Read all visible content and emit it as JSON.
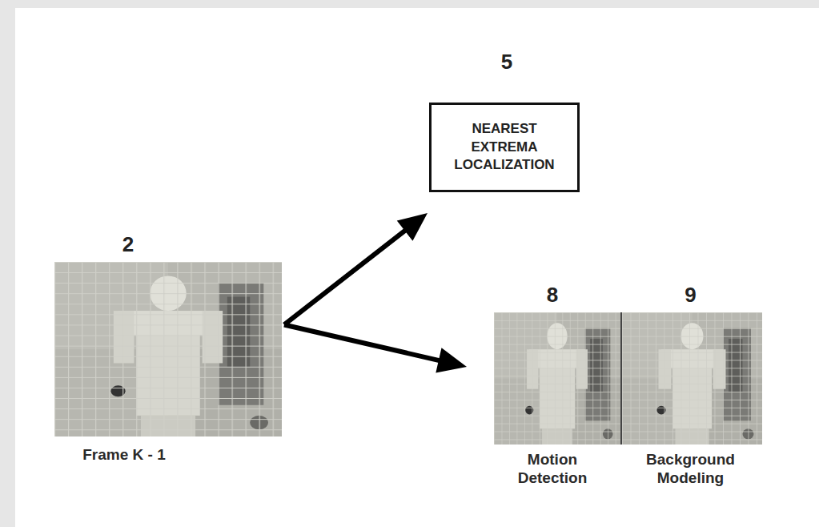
{
  "diagram": {
    "nodes": [
      {
        "text": [
          "5",
          "NEAREST EXTREMA LOCALIZATION"
        ]
      },
      {
        "text": [
          "2",
          "Frame K - 1"
        ]
      },
      {
        "text": [
          "8",
          "Motion Detection"
        ]
      },
      {
        "text": [
          "9",
          "Background Modeling"
        ]
      }
    ],
    "edges": [
      {
        "from": 1,
        "to": 0,
        "arrow": "to"
      },
      {
        "from": 1,
        "to": 2,
        "arrow": "to"
      }
    ]
  }
}
